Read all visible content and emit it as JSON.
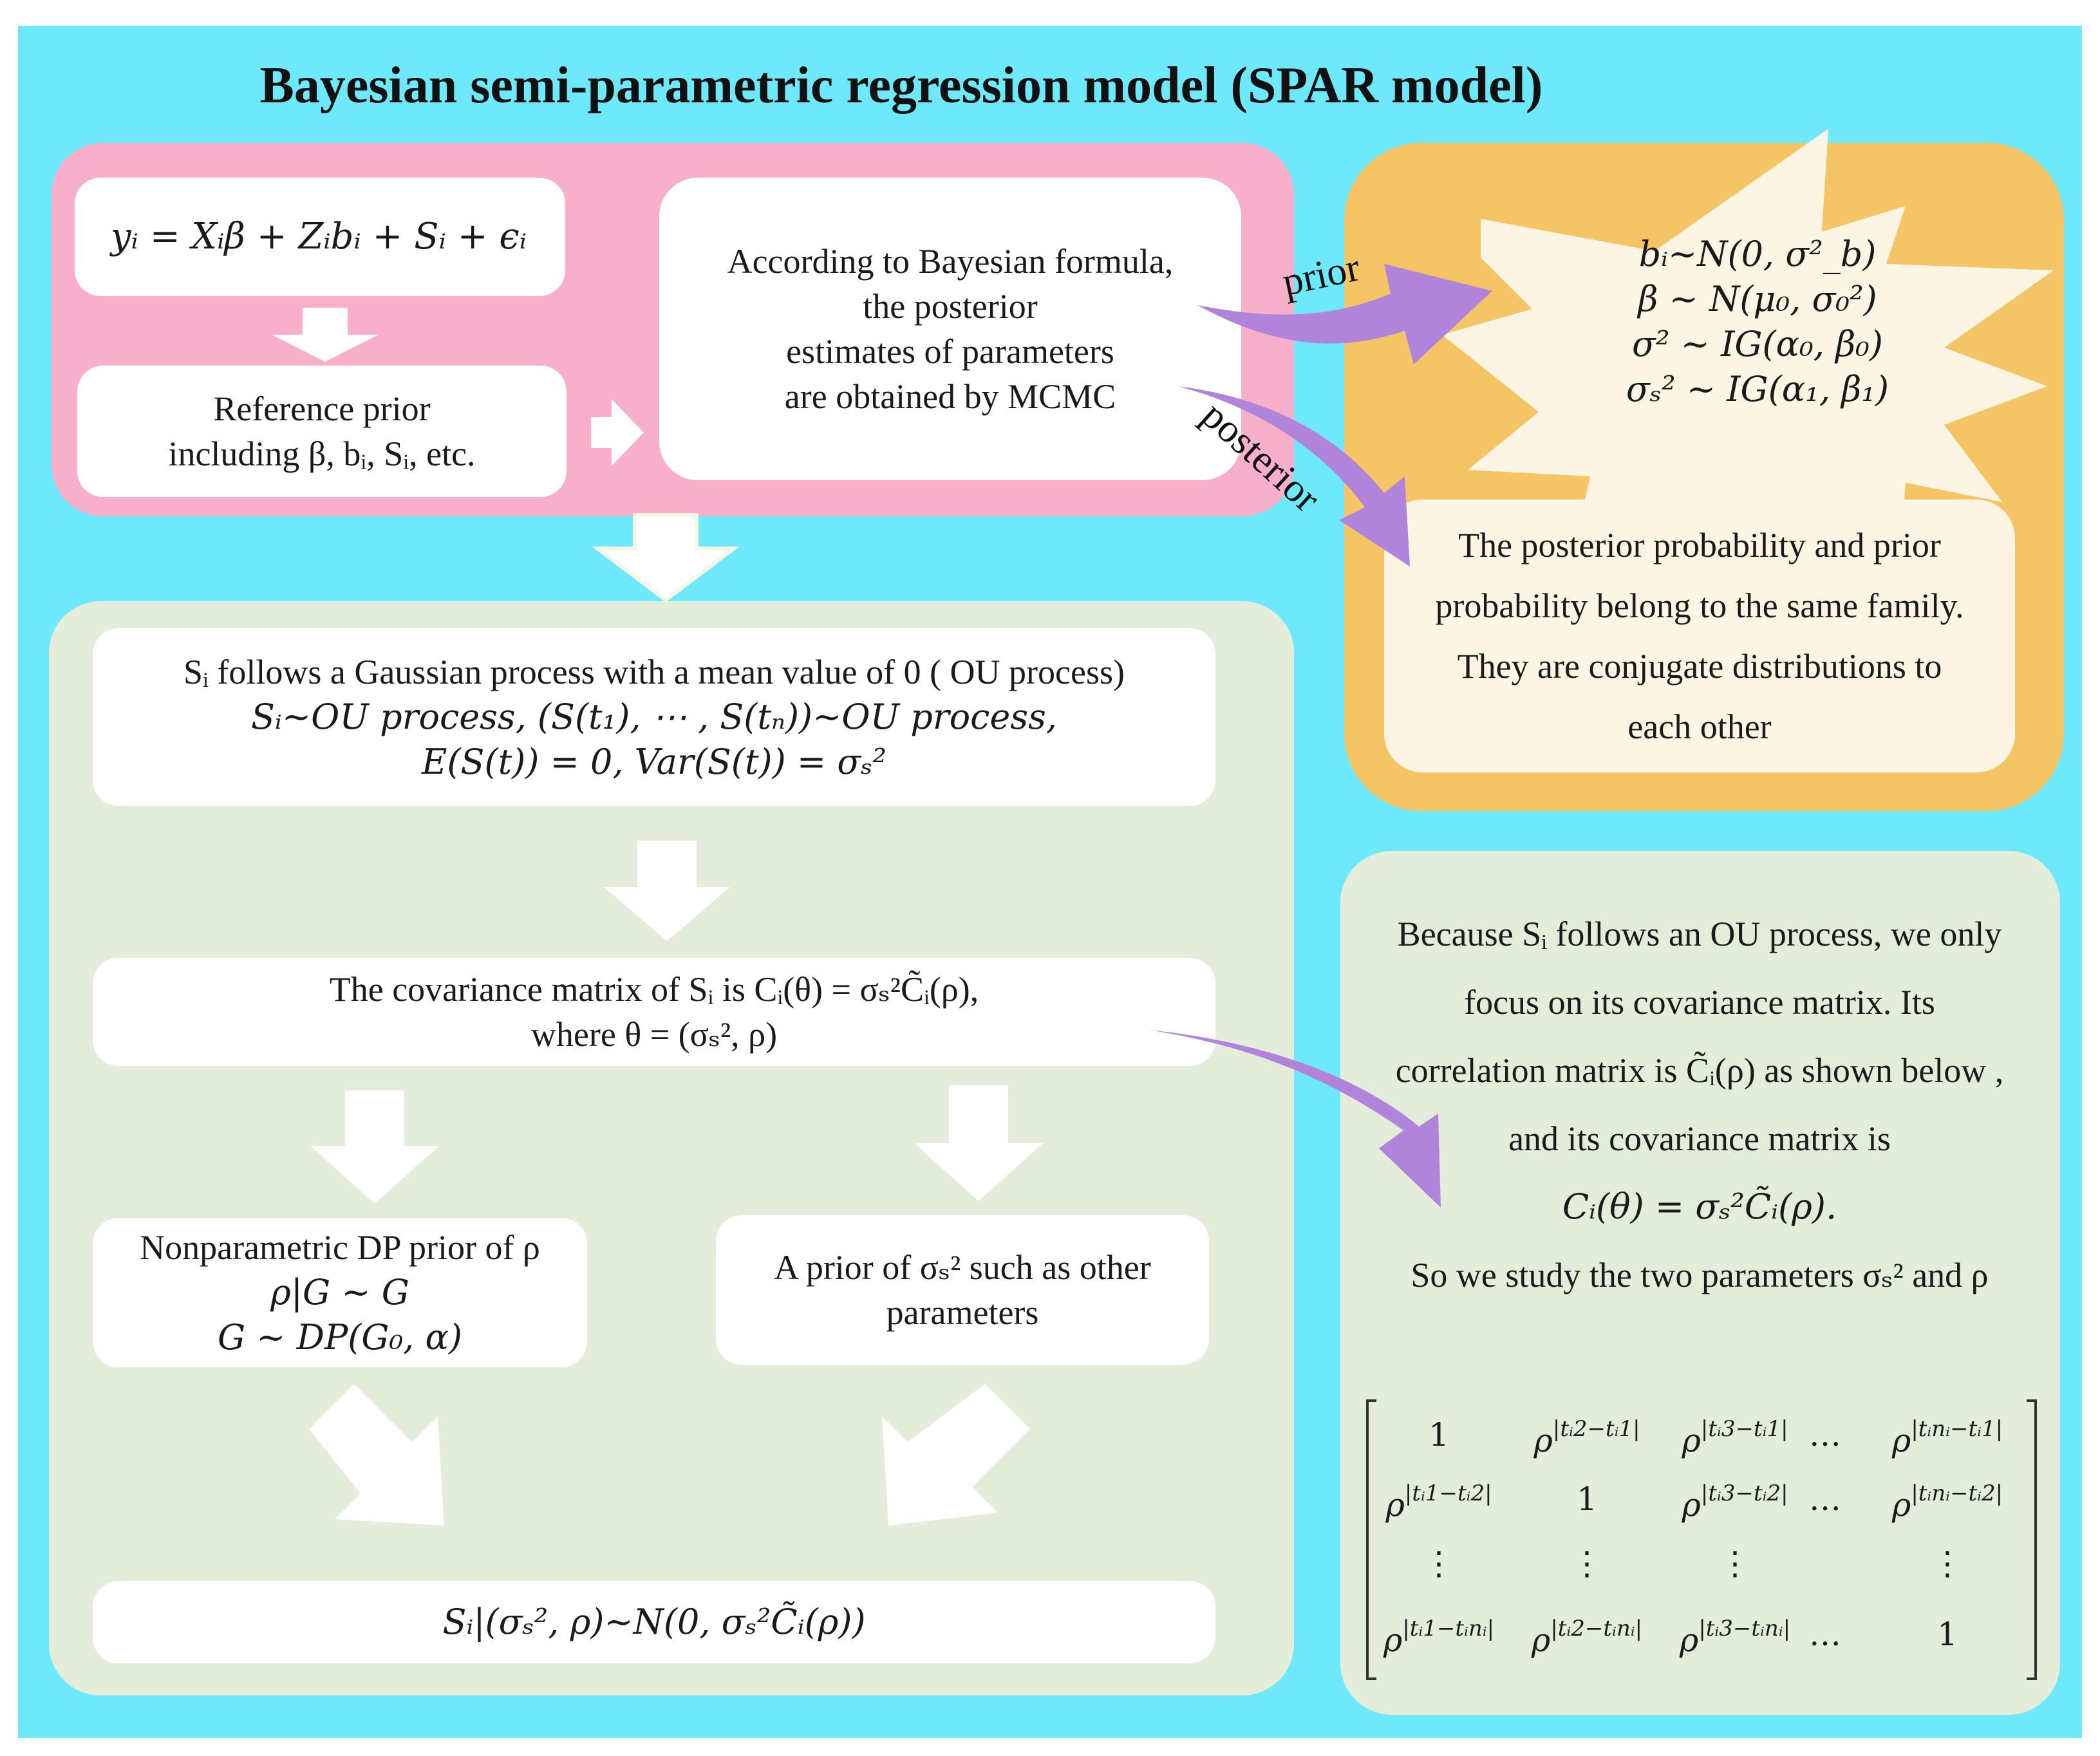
{
  "title": "Bayesian semi-parametric regression model (SPAR model)",
  "pink_panel": {
    "model_equation": "yᵢ = Xᵢβ + Zᵢbᵢ + Sᵢ + ϵᵢ",
    "reference_prior": [
      "Reference prior",
      "including β, bᵢ, Sᵢ, etc."
    ],
    "bayesian_formula": [
      "According to Bayesian formula,",
      "the posterior",
      "estimates of parameters",
      "are obtained by MCMC"
    ]
  },
  "arrow_labels": {
    "prior": "prior",
    "posterior": "posterior"
  },
  "star_priors": [
    "bᵢ~N(0, σ²_b)",
    "β ~ N(μ₀, σ₀²)",
    "σ² ~ IG(α₀, β₀)",
    "σₛ² ~ IG(α₁, β₁)"
  ],
  "conjugate_note": [
    "The posterior probability and prior",
    "probability belong to the same family.",
    "They are conjugate distributions to",
    "each other"
  ],
  "green_panel": {
    "gaussian_process": [
      "Sᵢ follows a Gaussian process with a mean value of 0 ( OU process)",
      "Sᵢ~OU process, (S(t₁), ⋯ , S(tₙ))~OU process,",
      "E(S(t)) = 0, Var(S(t)) = σₛ²"
    ],
    "covariance": [
      "The covariance matrix of Sᵢ is Cᵢ(θ) = σₛ²C̃ᵢ(ρ),",
      "where θ = (σₛ², ρ)"
    ],
    "dp_prior": [
      "Nonparametric DP prior of ρ",
      "ρ|G ~ G",
      "G ~ DP(G₀, α)"
    ],
    "sigma_prior": [
      "A prior of σₛ² such as other",
      "parameters"
    ],
    "result": "Sᵢ|(σₛ², ρ)~N(0, σₛ²C̃ᵢ(ρ))"
  },
  "ou_note": [
    "Because  Sᵢ follows an OU process, we only",
    "focus on its covariance matrix. Its",
    "correlation matrix is  C̃ᵢ(ρ)  as shown below ,",
    "and its covariance matrix is",
    "Cᵢ(θ) = σₛ²C̃ᵢ(ρ).",
    "So we study the two parameters σₛ² and ρ"
  ],
  "matrix": {
    "r1": [
      "1",
      "ρ",
      "|tᵢ2−tᵢ1|",
      "ρ",
      "|tᵢ3−tᵢ1|",
      "…",
      "ρ",
      "|tᵢnᵢ−tᵢ1|"
    ],
    "r2": [
      "ρ",
      "|tᵢ1−tᵢ2|",
      "1",
      "ρ",
      "|tᵢ3−tᵢ2|",
      "…",
      "ρ",
      "|tᵢnᵢ−tᵢ2|"
    ],
    "r3": [
      "⋮",
      "⋮",
      "⋮",
      "⋮"
    ],
    "r4": [
      "ρ",
      "|tᵢ1−tᵢnᵢ|",
      "ρ",
      "|tᵢ2−tᵢnᵢ|",
      "ρ",
      "|tᵢ3−tᵢnᵢ|",
      "…",
      "1"
    ]
  },
  "colors": {
    "background": "#6ee8fb",
    "pink_panel": "#f8afc9",
    "orange_panel": "#f5c464",
    "green_panel": "#e3edd9",
    "star": "#fdf5e4",
    "purple_arrow": "#b184dc"
  }
}
